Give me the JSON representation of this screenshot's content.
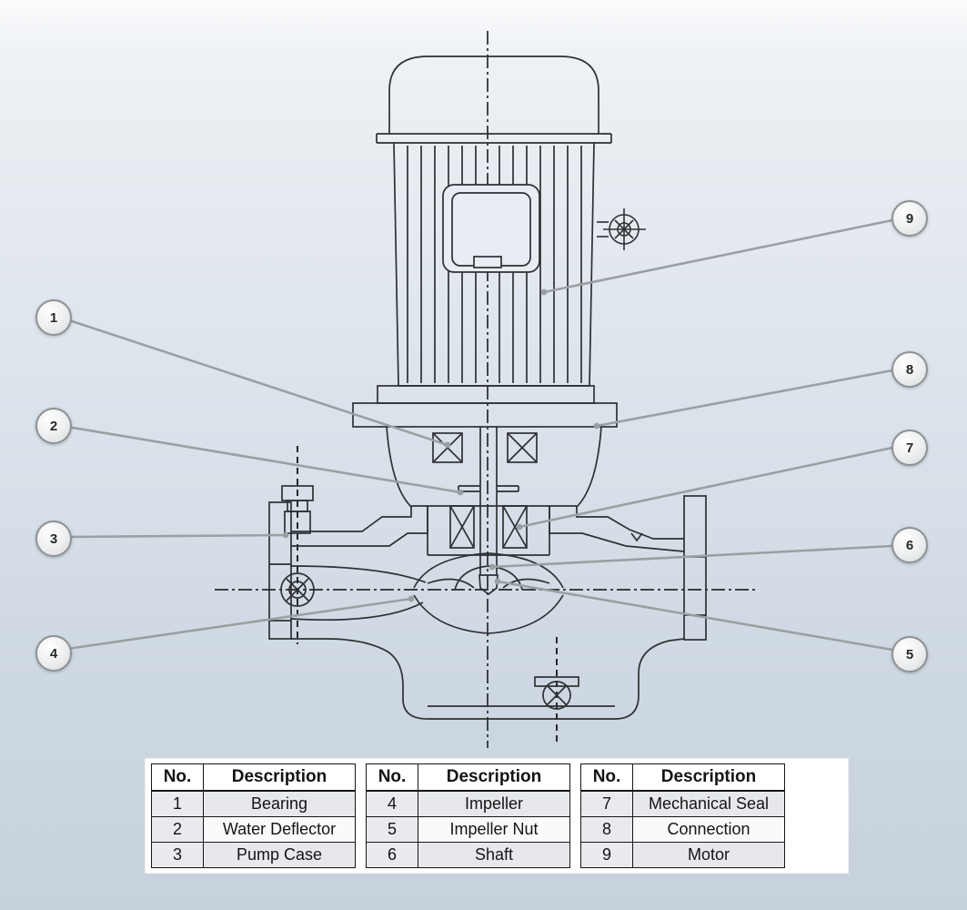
{
  "colors": {
    "line": "#2e3133",
    "leader": "#9aa0a2",
    "background_top": "#fafbfc",
    "background_bottom": "#c6d1dc"
  },
  "callouts": [
    {
      "number": "1"
    },
    {
      "number": "2"
    },
    {
      "number": "3"
    },
    {
      "number": "4"
    },
    {
      "number": "5"
    },
    {
      "number": "6"
    },
    {
      "number": "7"
    },
    {
      "number": "8"
    },
    {
      "number": "9"
    }
  ],
  "tables": [
    {
      "headers": {
        "no": "No.",
        "description": "Description"
      },
      "rows": [
        {
          "no": "1",
          "description": "Bearing"
        },
        {
          "no": "2",
          "description": "Water Deflector"
        },
        {
          "no": "3",
          "description": "Pump Case"
        }
      ]
    },
    {
      "headers": {
        "no": "No.",
        "description": "Description"
      },
      "rows": [
        {
          "no": "4",
          "description": "Impeller"
        },
        {
          "no": "5",
          "description": "Impeller Nut"
        },
        {
          "no": "6",
          "description": "Shaft"
        }
      ]
    },
    {
      "headers": {
        "no": "No.",
        "description": "Description"
      },
      "rows": [
        {
          "no": "7",
          "description": "Mechanical Seal"
        },
        {
          "no": "8",
          "description": "Connection"
        },
        {
          "no": "9",
          "description": "Motor"
        }
      ]
    }
  ]
}
